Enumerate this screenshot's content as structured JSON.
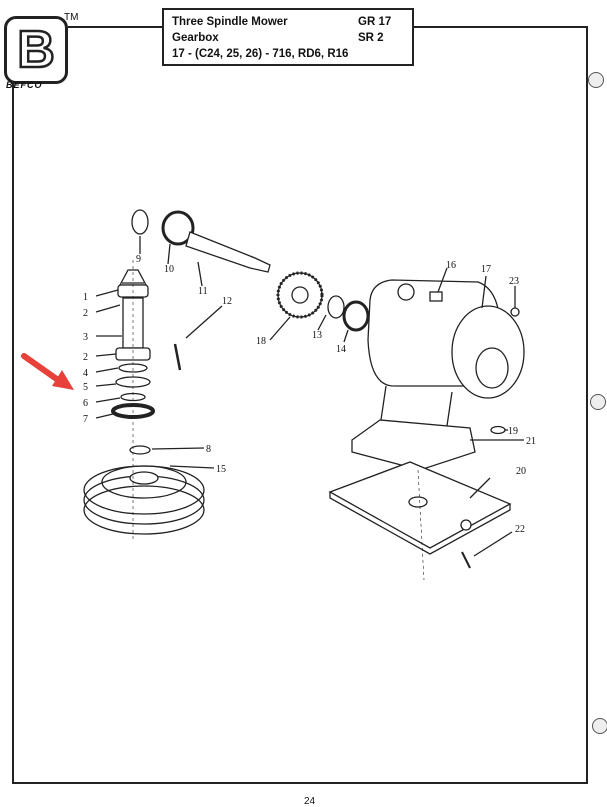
{
  "header": {
    "brand": "BEFCO",
    "trademark": "TM",
    "logo_letter": "B",
    "title_line1": "Three Spindle Mower",
    "code_line1": "GR 17",
    "title_line2": "Gearbox",
    "code_line2": "SR 2",
    "title_line3": "17 - (C24, 25, 26) - 716, RD6, R16"
  },
  "diagram": {
    "callouts": [
      "1",
      "2",
      "3",
      "2",
      "4",
      "5",
      "6",
      "7",
      "8",
      "15",
      "9",
      "10",
      "11",
      "12",
      "18",
      "13",
      "14",
      "16",
      "17",
      "23",
      "19",
      "21",
      "20",
      "22"
    ]
  },
  "annotation": {
    "arrow_color": "#e8413a"
  },
  "footer": {
    "page_number": "24"
  }
}
